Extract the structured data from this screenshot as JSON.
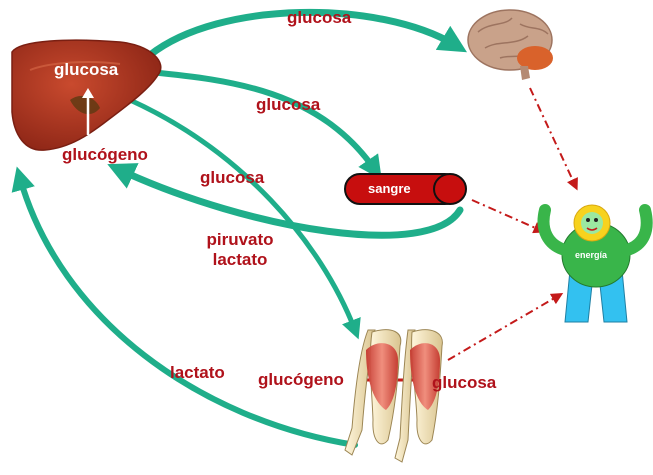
{
  "colors": {
    "arrow_teal": "#1fae8a",
    "label_red": "#b0121b",
    "dashed_red": "#c41a1a",
    "liver": "#a8321e",
    "sangre_fill": "#c70e0e",
    "brain": "#c9a28a",
    "muscle": "#d95a4e",
    "bone": "#efe3c0",
    "figure_green": "#39b54a",
    "figure_blue": "#33c1f0",
    "sun_yellow": "#f7d21e"
  },
  "icons": [
    "liver-icon",
    "brain-icon",
    "blood-vessel-icon",
    "muscle-arm-icon",
    "energy-figure-icon"
  ],
  "labels": {
    "top_glucosa": "glucosa",
    "liver_glucosa": "glucosa",
    "liver_glucogeno": "glucógeno",
    "mid_glucosa_1": "glucosa",
    "mid_glucosa_2": "glucosa",
    "sangre": "sangre",
    "piruvato": "piruvato",
    "lactato_1": "lactato",
    "lactato_2": "lactato",
    "muscle_glucogeno": "glucógeno",
    "muscle_glucosa": "glucosa",
    "energia": "energía"
  }
}
